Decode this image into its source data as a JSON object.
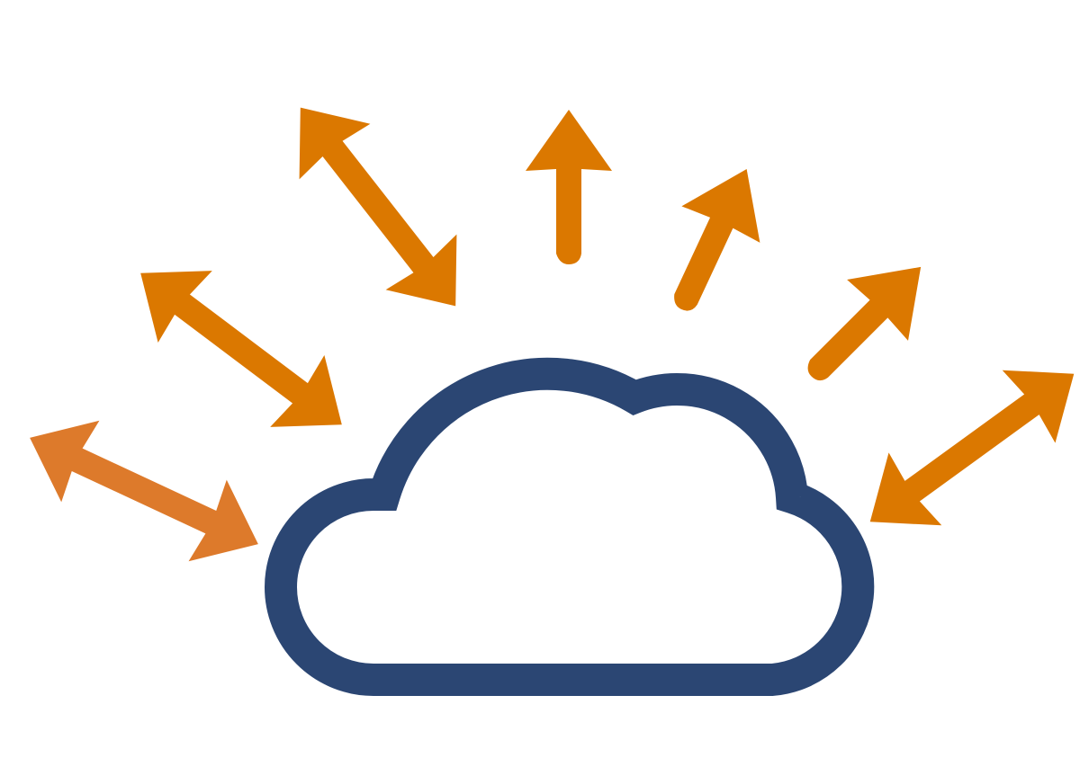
{
  "illustration": {
    "icons": {
      "cloud": "cloud-icon",
      "arrow_single": "arrow-up-icon",
      "arrow_double": "double-arrow-icon"
    },
    "colors": {
      "background": "#ffffff",
      "cloud_stroke": "#2b4673",
      "arrow_primary": "#db7800",
      "arrow_light": "#dd7a2b"
    },
    "arrows": [
      {
        "id": "arrow-left-lower",
        "kind": "double",
        "color": "#dd7a2b"
      },
      {
        "id": "arrow-left-middle",
        "kind": "double",
        "color": "#db7800"
      },
      {
        "id": "arrow-left-upper",
        "kind": "double",
        "color": "#db7800"
      },
      {
        "id": "arrow-top",
        "kind": "single",
        "color": "#db7800"
      },
      {
        "id": "arrow-right-upper",
        "kind": "single",
        "color": "#db7800"
      },
      {
        "id": "arrow-right-middle",
        "kind": "single",
        "color": "#db7800"
      },
      {
        "id": "arrow-right-lower",
        "kind": "double",
        "color": "#db7800"
      }
    ]
  }
}
